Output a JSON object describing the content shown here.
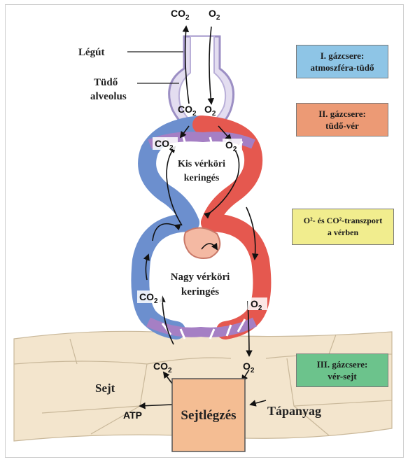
{
  "colors": {
    "stage1": "#8ec5e6",
    "stage2": "#ec9a75",
    "stage3": "#f1ed8e",
    "stage4": "#6cc38c",
    "venous": "#6c8fce",
    "arterial": "#e5584f",
    "capillary": "#a57fc4",
    "airway": "#dcd6ec",
    "tissue": "#f3e5cd",
    "respiration_box": "#f4bd93"
  },
  "top_gases": {
    "co2": "CO2",
    "o2": "O2"
  },
  "labels": {
    "airway": "Légút",
    "alveolus_line1": "Tüdő",
    "alveolus_line2": "alveolus",
    "pulmonary_line1": "Kis vérköri",
    "pulmonary_line2": "keringés",
    "systemic_line1": "Nagy vérköri",
    "systemic_line2": "keringés",
    "cell": "Sejt",
    "atp": "ATP",
    "nutrient": "Tápanyag",
    "respiration": "Sejtlégzés"
  },
  "gas_labels": {
    "alveolus_co2": "CO2",
    "alveolus_o2": "O2",
    "lung_blood_co2": "CO2",
    "lung_blood_o2": "O2",
    "systemic_co2": "CO2",
    "systemic_o2": "O2",
    "cell_co2": "CO2",
    "cell_o2": "O2"
  },
  "stages": [
    {
      "line1": "I. gázcsere:",
      "line2": "atmoszféra-tüdő"
    },
    {
      "line1": "II. gázcsere:",
      "line2": "tüdő-vér"
    },
    {
      "line1": "O²- és CO²-transzport",
      "line2": "a vérben"
    },
    {
      "line1": "III. gázcsere:",
      "line2": "vér-sejt"
    }
  ]
}
